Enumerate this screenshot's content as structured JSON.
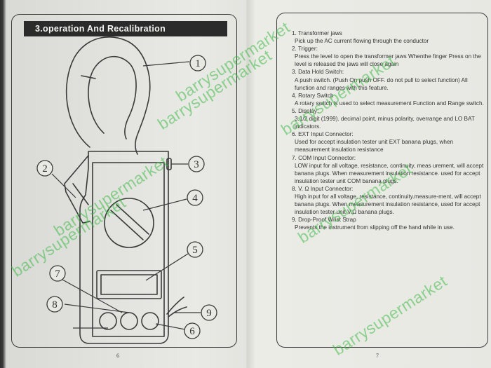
{
  "left_page": {
    "section_title": "3.operation And Recalibration",
    "page_number": "6",
    "callouts": [
      "1",
      "2",
      "3",
      "4",
      "5",
      "6",
      "7",
      "8",
      "9"
    ]
  },
  "right_page": {
    "page_number": "7",
    "items": [
      {
        "title": "1. Transformer jaws",
        "desc": "Pick up the AC current flowing through the conductor"
      },
      {
        "title": "2. Trigger:",
        "desc": "Press the level to open the transformer jaws Whenthe finger Press on the level is released the jaws will close again"
      },
      {
        "title": "3. Data Hold Switch:",
        "desc": "A push switch. (Push On push OFF. do not pull to select function) All function and ranges with this feature."
      },
      {
        "title": "4. Rotary Switch",
        "desc": "A rotary switch is used to select measurement Function and Range switch."
      },
      {
        "title": "5. Display:",
        "desc": "3.1/2 digit (1999). decimal point. minus polarity, overrange and LO BAT indicators."
      },
      {
        "title": "6. EXT Input Connector:",
        "desc": "Used for accept insulation tester unit EXT banana plugs, when measurement insulation resistance"
      },
      {
        "title": "7. COM Input Connector:",
        "desc": "LOW input for all voltage, resistance, continuity, meas urement, will accept banana plugs. When measurement insulation resistance. used for accept insulation tester unit COM banana plugs."
      },
      {
        "title": "8. V. Ω Input Connector:",
        "desc": "High input for all voltage, resistance, continuity.measure-ment, will accept banana plugs. When measurement insulation resistance, used for accept insulation tester unit V.Ω banana plugs."
      },
      {
        "title": "9. Drop-Proof Wrist Strap",
        "desc": "Prevents the instrument from slipping off the hand while in use."
      }
    ]
  },
  "watermark": "barrysupermarket",
  "colors": {
    "watermark": "#3cb946",
    "paper": "#e8e8e3",
    "ink": "#333333",
    "banner": "#2b2b2b"
  }
}
